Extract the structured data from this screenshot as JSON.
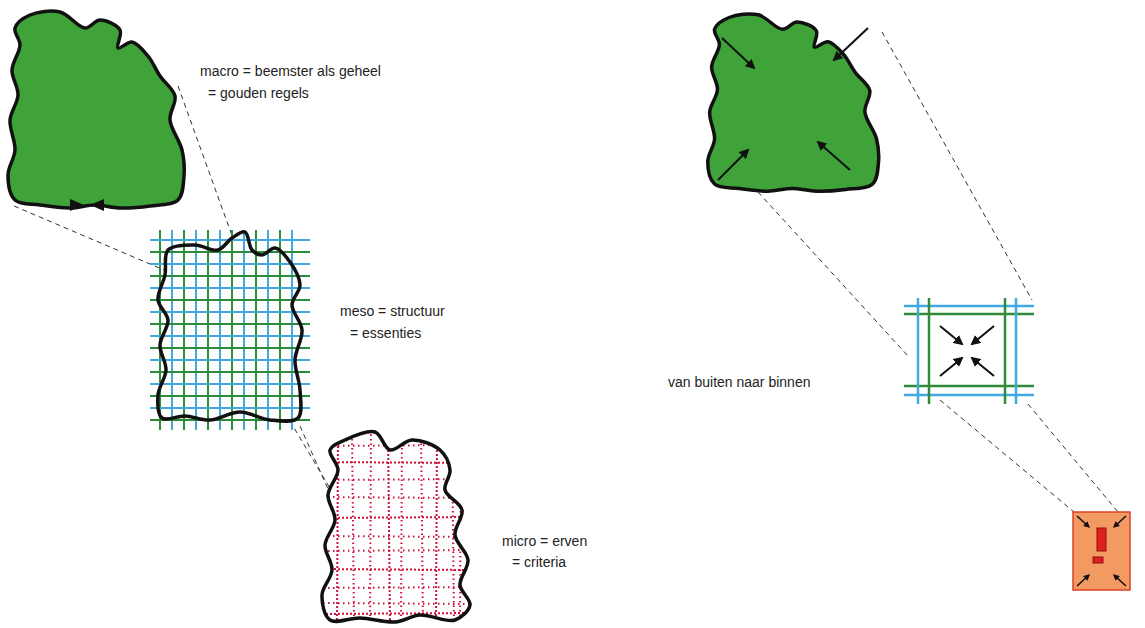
{
  "diagram": {
    "labels": [
      "macro = beemster als geheel",
      "= gouden regels",
      "meso = structuur",
      "= essenties",
      "micro = erven",
      "= criteria",
      "van buiten naar binnen"
    ]
  }
}
